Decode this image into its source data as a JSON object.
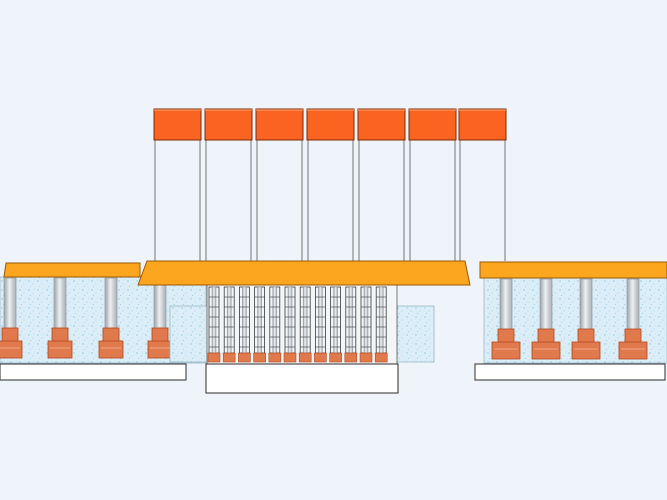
{
  "colors": {
    "background": "#eef4f9",
    "heater_block": "#fb6420",
    "heater_border": "#7a2a08",
    "plate": "#fca51e",
    "plate_border": "#9b5a04",
    "bath": "#dbeef7",
    "bath_speckle": "#8fc6e0",
    "rod": "#d6d9dd",
    "rod_shade": "#9aa1a8",
    "copper": "#e07a4d",
    "copper_dark": "#b3471d",
    "base": "#ffffff",
    "outline": "#2b2b2b",
    "wire": "#8a8a8a"
  },
  "diagram": {
    "components": [
      "heater-block",
      "hanging-wire",
      "press-plate",
      "liquid-bath",
      "support-rod",
      "copper-pad",
      "base-plate",
      "center-pin-array"
    ],
    "heater_block_count": 7,
    "left_rod_count": 4,
    "right_rod_count": 4,
    "center_pin_count": 12
  }
}
